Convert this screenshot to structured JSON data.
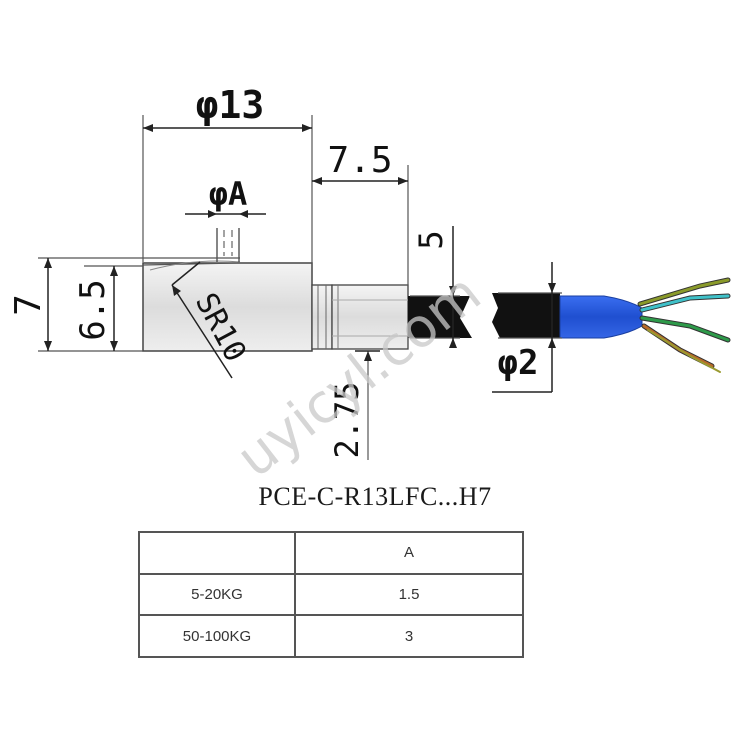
{
  "dimensions": {
    "diameter_13": "φ13",
    "length_7_5": "7.5",
    "diameter_a": "φA",
    "height_7": "7",
    "height_6_5": "6.5",
    "radius_sr10": "SR10",
    "cable_5": "5",
    "cable_diameter_2": "φ2",
    "offset_2_75": "2.75"
  },
  "watermark": "uyicyl.com",
  "model": "PCE-C-R13LFC...H7",
  "spec_table": {
    "header": [
      "",
      "A"
    ],
    "rows": [
      [
        "5-20KG",
        "1.5"
      ],
      [
        "50-100KG",
        "3"
      ]
    ]
  },
  "colors": {
    "cable_sheath": "#111111",
    "heat_shrink": "#2a5bd6",
    "wire_yellow_green": "#8a9a2a",
    "wire_green": "#2e9a4a",
    "wire_cyan": "#3fc1c9",
    "wire_brown": "#b86a2a"
  }
}
